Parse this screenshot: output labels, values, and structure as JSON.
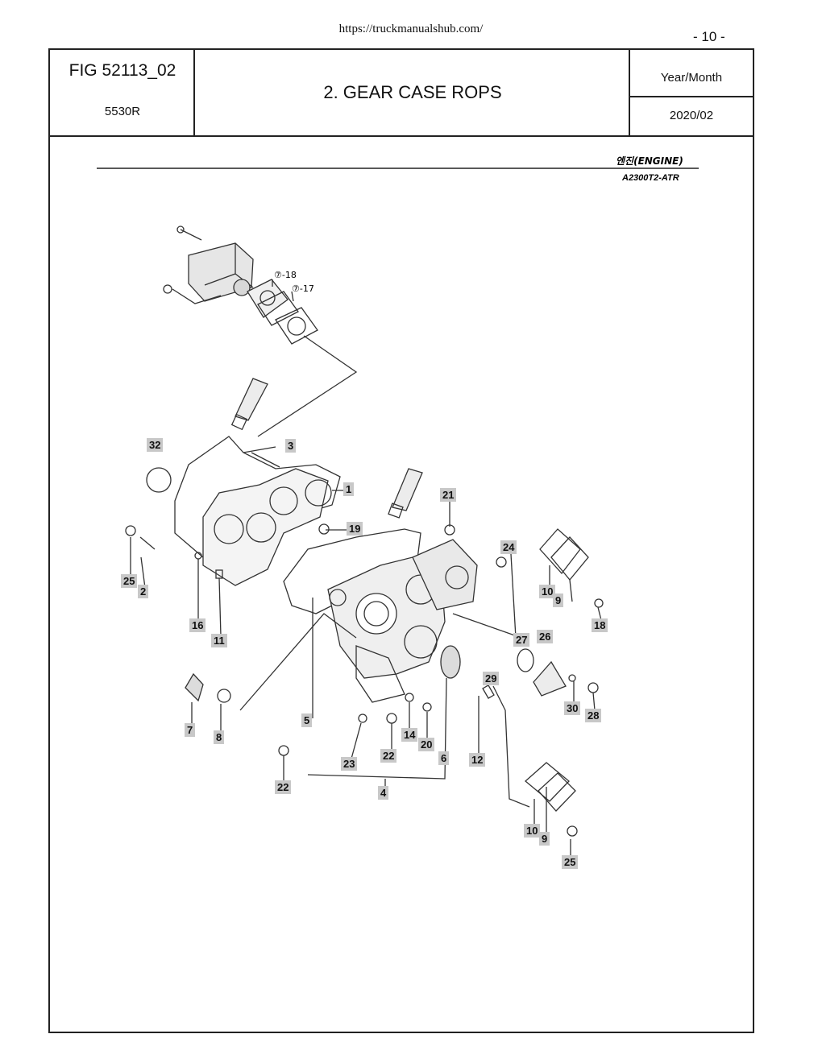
{
  "page": {
    "url": "https://truckmanualshub.com/",
    "page_number": "- 10 -"
  },
  "header": {
    "fig": "FIG 52113_02",
    "model": "5530R",
    "title": "2. GEAR CASE ROPS",
    "year_month_label": "Year/Month",
    "year_month_value": "2020/02"
  },
  "diagram": {
    "engine_label": "엔진(ENGINE)",
    "engine_code": "A2300T2-ATR",
    "ref_18": "⑦-18",
    "ref_17": "⑦-17",
    "callouts": [
      "32",
      "3",
      "1",
      "21",
      "19",
      "24",
      "25",
      "2",
      "10",
      "9",
      "16",
      "11",
      "18",
      "27",
      "26",
      "29",
      "30",
      "28",
      "7",
      "8",
      "5",
      "23",
      "22",
      "14",
      "20",
      "6",
      "12",
      "22",
      "4",
      "10",
      "9",
      "25"
    ]
  }
}
